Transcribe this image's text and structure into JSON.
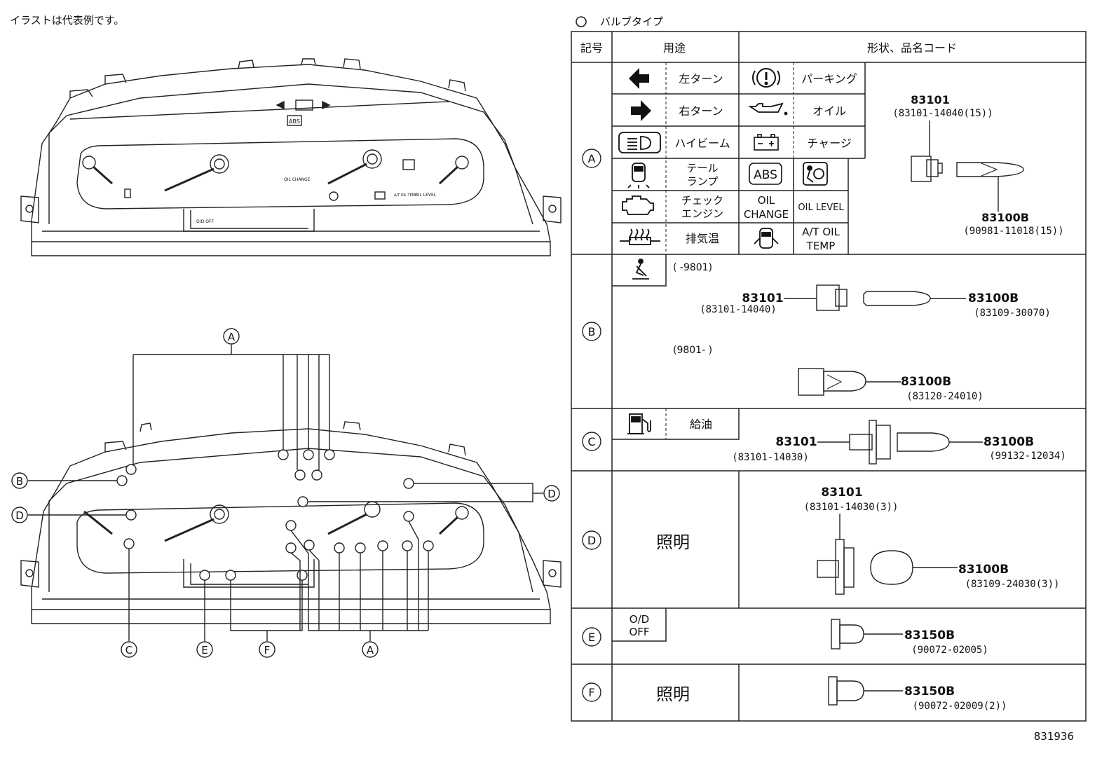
{
  "caption": "イラストは代表例です。",
  "bulb_type_heading": "バルブタイプ",
  "table": {
    "headers": {
      "symbol": "記号",
      "usage": "用途",
      "shape": "形状、品名コード"
    },
    "rows": {
      "A": {
        "symbol": "A",
        "items": [
          {
            "icon": "left-arrow-icon",
            "label": "左ターン"
          },
          {
            "icon": "parking-brake-icon",
            "label": "パーキング"
          },
          {
            "icon": "right-arrow-icon",
            "label": "右ターン"
          },
          {
            "icon": "oil-can-icon",
            "label": "オイル"
          },
          {
            "icon": "high-beam-icon",
            "label": "ハイビーム"
          },
          {
            "icon": "battery-icon",
            "label": "チャージ"
          },
          {
            "icon": "car-lamp-icon",
            "label_line1": "テール",
            "label_line2": "ランプ"
          },
          {
            "icon": "abs-icon",
            "text": "ABS"
          },
          {
            "icon": "airbag-icon"
          },
          {
            "icon": "engine-icon",
            "label_line1": "チェック",
            "label_line2": "エンジン"
          },
          {
            "icon": "oil-change-text",
            "line1": "OIL",
            "line2": "CHANGE"
          },
          {
            "icon": "oil-level-text",
            "text": "OIL LEVEL"
          },
          {
            "icon": "exhaust-temp-icon",
            "label": "排気温"
          },
          {
            "icon": "car-door-icon"
          },
          {
            "icon": "at-oil-temp-text",
            "line1": "A/T OIL",
            "line2": "TEMP"
          }
        ],
        "socket_part": "83101",
        "socket_code": "(83101-14040(15))",
        "bulb_part": "83100B",
        "bulb_code": "(90981-11018(15))"
      },
      "B": {
        "symbol": "B",
        "period1": "(       -9801)",
        "period2": "(9801-       )",
        "socket_part": "83101",
        "socket_code": "(83101-14040)",
        "bulb1_part": "83100B",
        "bulb1_code": "(83109-30070)",
        "bulb2_part": "83100B",
        "bulb2_code": "(83120-24010)"
      },
      "C": {
        "symbol": "C",
        "label": "給油",
        "socket_part": "83101",
        "socket_code": "(83101-14030)",
        "bulb_part": "83100B",
        "bulb_code": "(99132-12034)"
      },
      "D": {
        "symbol": "D",
        "usage": "照明",
        "socket_part": "83101",
        "socket_code": "(83101-14030(3))",
        "bulb_part": "83100B",
        "bulb_code": "(83109-24030(3))"
      },
      "E": {
        "symbol": "E",
        "label_line1": "O/D",
        "label_line2": "OFF",
        "bulb_part": "83150B",
        "bulb_code": "(90072-02005)"
      },
      "F": {
        "symbol": "F",
        "usage": "照明",
        "bulb_part": "83150B",
        "bulb_code": "(90072-02009(2))"
      }
    }
  },
  "cluster_labels": {
    "abs": "ABS",
    "oil_change": "OIL CHANGE",
    "oil_level": "OIL LEVEL",
    "at_temp": "A/T OIL TEMP",
    "od_off": "O/D OFF"
  },
  "callouts": {
    "A": "A",
    "B": "B",
    "C": "C",
    "D": "D",
    "E": "E",
    "F": "F"
  },
  "diagram_number": "831936"
}
